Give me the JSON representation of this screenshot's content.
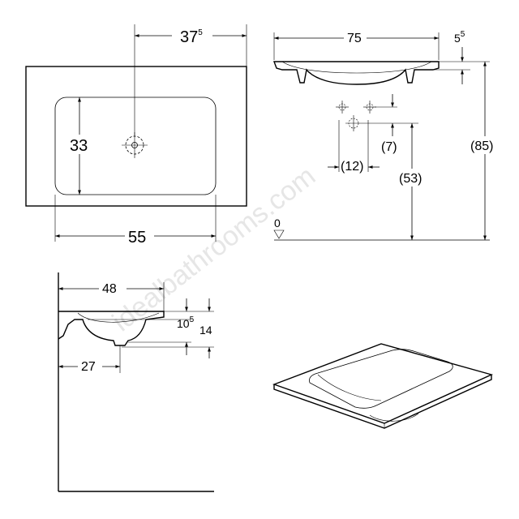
{
  "dimensions": {
    "top_width": {
      "main": "37",
      "sup": "5"
    },
    "bowl_depth": "33",
    "bowl_width": "55",
    "front_width": "75",
    "rim_thickness": {
      "main": "5",
      "sup": "5"
    },
    "tap_offset": "(7)",
    "waste_offset": "(12)",
    "waste_height": "(53)",
    "total_height": "(85)",
    "floor_zero": "0",
    "side_depth": "48",
    "side_bowl_depth": {
      "main": "10",
      "sup": "5"
    },
    "side_total_depth": "14",
    "side_waste_offset": "27"
  },
  "watermark": "idealbathrooms.com"
}
